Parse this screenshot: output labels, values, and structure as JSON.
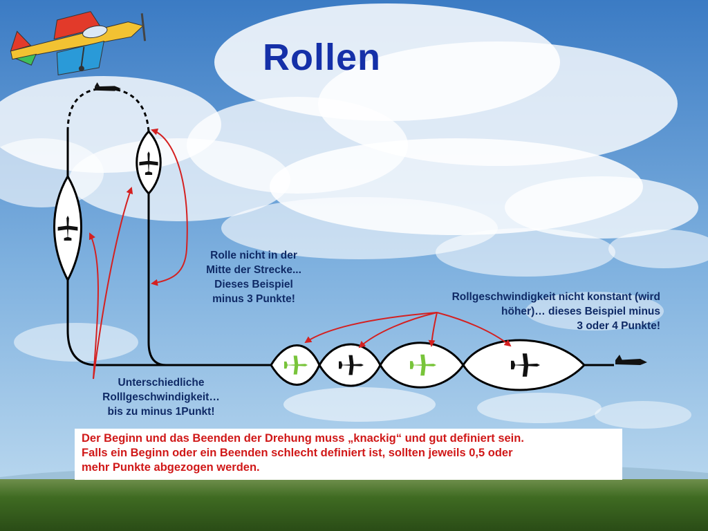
{
  "title": "Rollen",
  "annotations": {
    "mid_line1": "Rolle nicht in der",
    "mid_line2": "Mitte der Strecke...",
    "mid_line3": "Dieses Beispiel",
    "mid_line4": "minus 3 Punkte!",
    "speed_line1": "Rollgeschwindigkeit nicht konstant (wird",
    "speed_line2": "höher)… dieses Beispiel minus",
    "speed_line3": "3 oder 4 Punkte!",
    "left_line1": "Unterschiedliche",
    "left_line2": "Rolllgeschwindigkeit…",
    "left_line3": "bis zu minus 1Punkt!"
  },
  "infobox": {
    "line1": "Der Beginn und das Beenden der Drehung muss „knackig“ und gut definiert sein.",
    "line2": "Falls ein Beginn oder ein Beenden schlecht definiert ist, sollten jeweils 0,5 oder",
    "line3": "mehr Punkte abgezogen werden."
  },
  "colors": {
    "sky_top": "#3f7fc6",
    "sky_bottom": "#a9cdea",
    "title": "#1530a8",
    "arrow": "#d42020",
    "note_text": "#0f2a66",
    "box_text": "#d01818",
    "plane_green": "#78c43a",
    "ground": "#3e6a1e"
  }
}
